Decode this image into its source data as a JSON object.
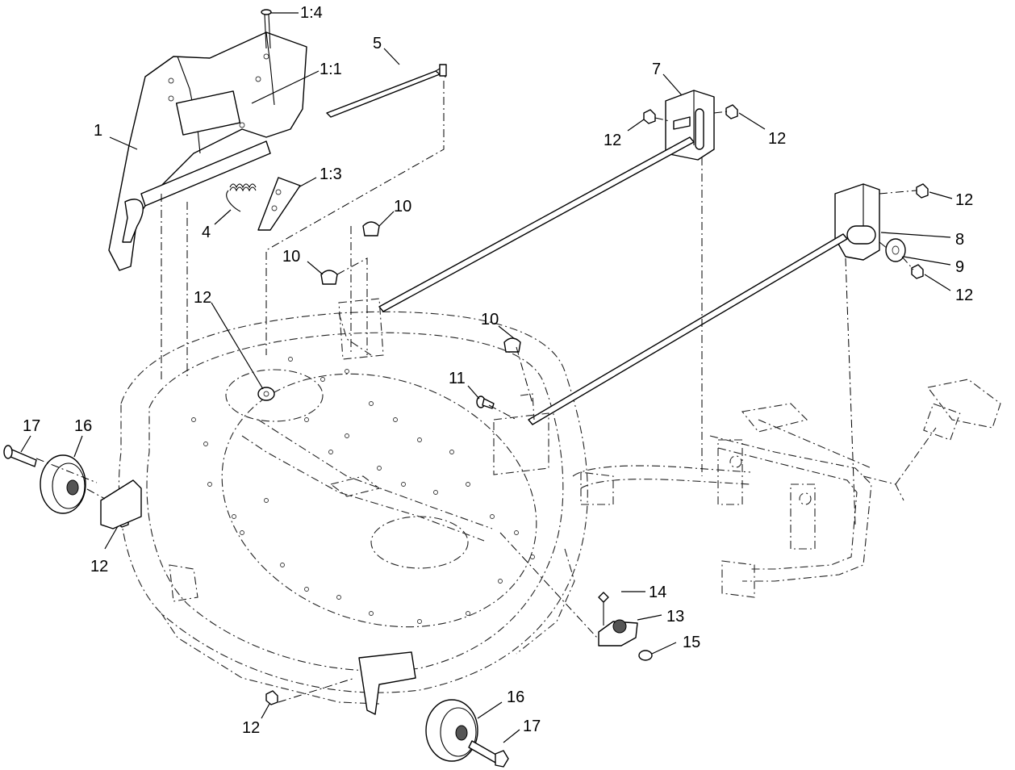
{
  "callouts": [
    {
      "id": "c-1-4",
      "text": "1:4"
    },
    {
      "id": "c-1-1",
      "text": "1:1"
    },
    {
      "id": "c-5",
      "text": "5"
    },
    {
      "id": "c-7",
      "text": "7"
    },
    {
      "id": "c-1",
      "text": "1"
    },
    {
      "id": "c-12a",
      "text": "12"
    },
    {
      "id": "c-12b",
      "text": "12"
    },
    {
      "id": "c-1-3",
      "text": "1:3"
    },
    {
      "id": "c-12c",
      "text": "12"
    },
    {
      "id": "c-10a",
      "text": "10"
    },
    {
      "id": "c-4",
      "text": "4"
    },
    {
      "id": "c-8",
      "text": "8"
    },
    {
      "id": "c-10b",
      "text": "10"
    },
    {
      "id": "c-9",
      "text": "9"
    },
    {
      "id": "c-12d",
      "text": "12"
    },
    {
      "id": "c-12e",
      "text": "12"
    },
    {
      "id": "c-10c",
      "text": "10"
    },
    {
      "id": "c-11",
      "text": "11"
    },
    {
      "id": "c-17a",
      "text": "17"
    },
    {
      "id": "c-16a",
      "text": "16"
    },
    {
      "id": "c-12f",
      "text": "12"
    },
    {
      "id": "c-14",
      "text": "14"
    },
    {
      "id": "c-13",
      "text": "13"
    },
    {
      "id": "c-15",
      "text": "15"
    },
    {
      "id": "c-16b",
      "text": "16"
    },
    {
      "id": "c-17b",
      "text": "17"
    },
    {
      "id": "c-12g",
      "text": "12"
    }
  ]
}
